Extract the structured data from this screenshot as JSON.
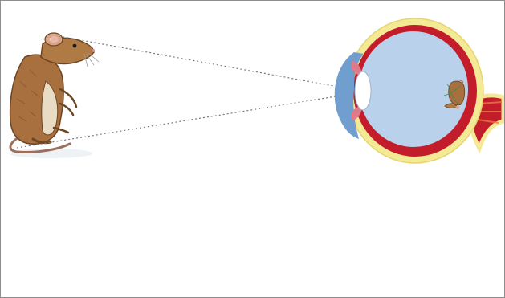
{
  "figure": {
    "subject": "mouse",
    "sense_organ": "eye",
    "retinal_image": "inverted mouse",
    "colors": {
      "sclera": "#f4ea96",
      "choroid": "#c31d2b",
      "retina_fill": "#b9d1ea",
      "cornea": "#6f9ecf",
      "lens": "#ffffff",
      "iris": "#e07a8a",
      "mouse_fur": "#a8703f",
      "sight_lines": "#7a7a7a",
      "border": "#8d8d8d"
    },
    "icons": [
      "mouse-illustration",
      "eye-illustration",
      "optic-nerve-icon",
      "retinal-image-icon"
    ]
  }
}
